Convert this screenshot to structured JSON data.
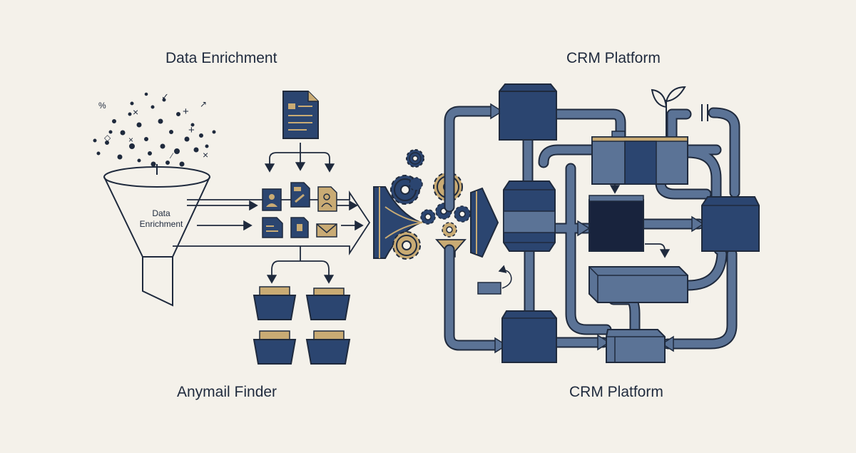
{
  "labels": {
    "data_enrichment_title": "Data Enrichment",
    "crm_platform_title": "CRM Platform",
    "anymail_finder": "Anymail Finder",
    "crm_platform_bottom": "CRM Platform",
    "funnel_label": "Data\nEnrichment"
  },
  "colors": {
    "background": "#f4f1ea",
    "navy": "#2b4570",
    "dark_navy": "#18233d",
    "slate": "#5b7396",
    "gold": "#c9ab74",
    "outline": "#1f2a3d"
  },
  "icons": [
    "particle-cloud-icon",
    "funnel-icon",
    "document-icon",
    "contact-card-icon",
    "edit-doc-icon",
    "person-card-icon",
    "note-icon",
    "clip-doc-icon",
    "envelope-icon",
    "folder-icon",
    "gear-icon",
    "plant-icon",
    "valve-icon",
    "return-arrow-icon"
  ]
}
